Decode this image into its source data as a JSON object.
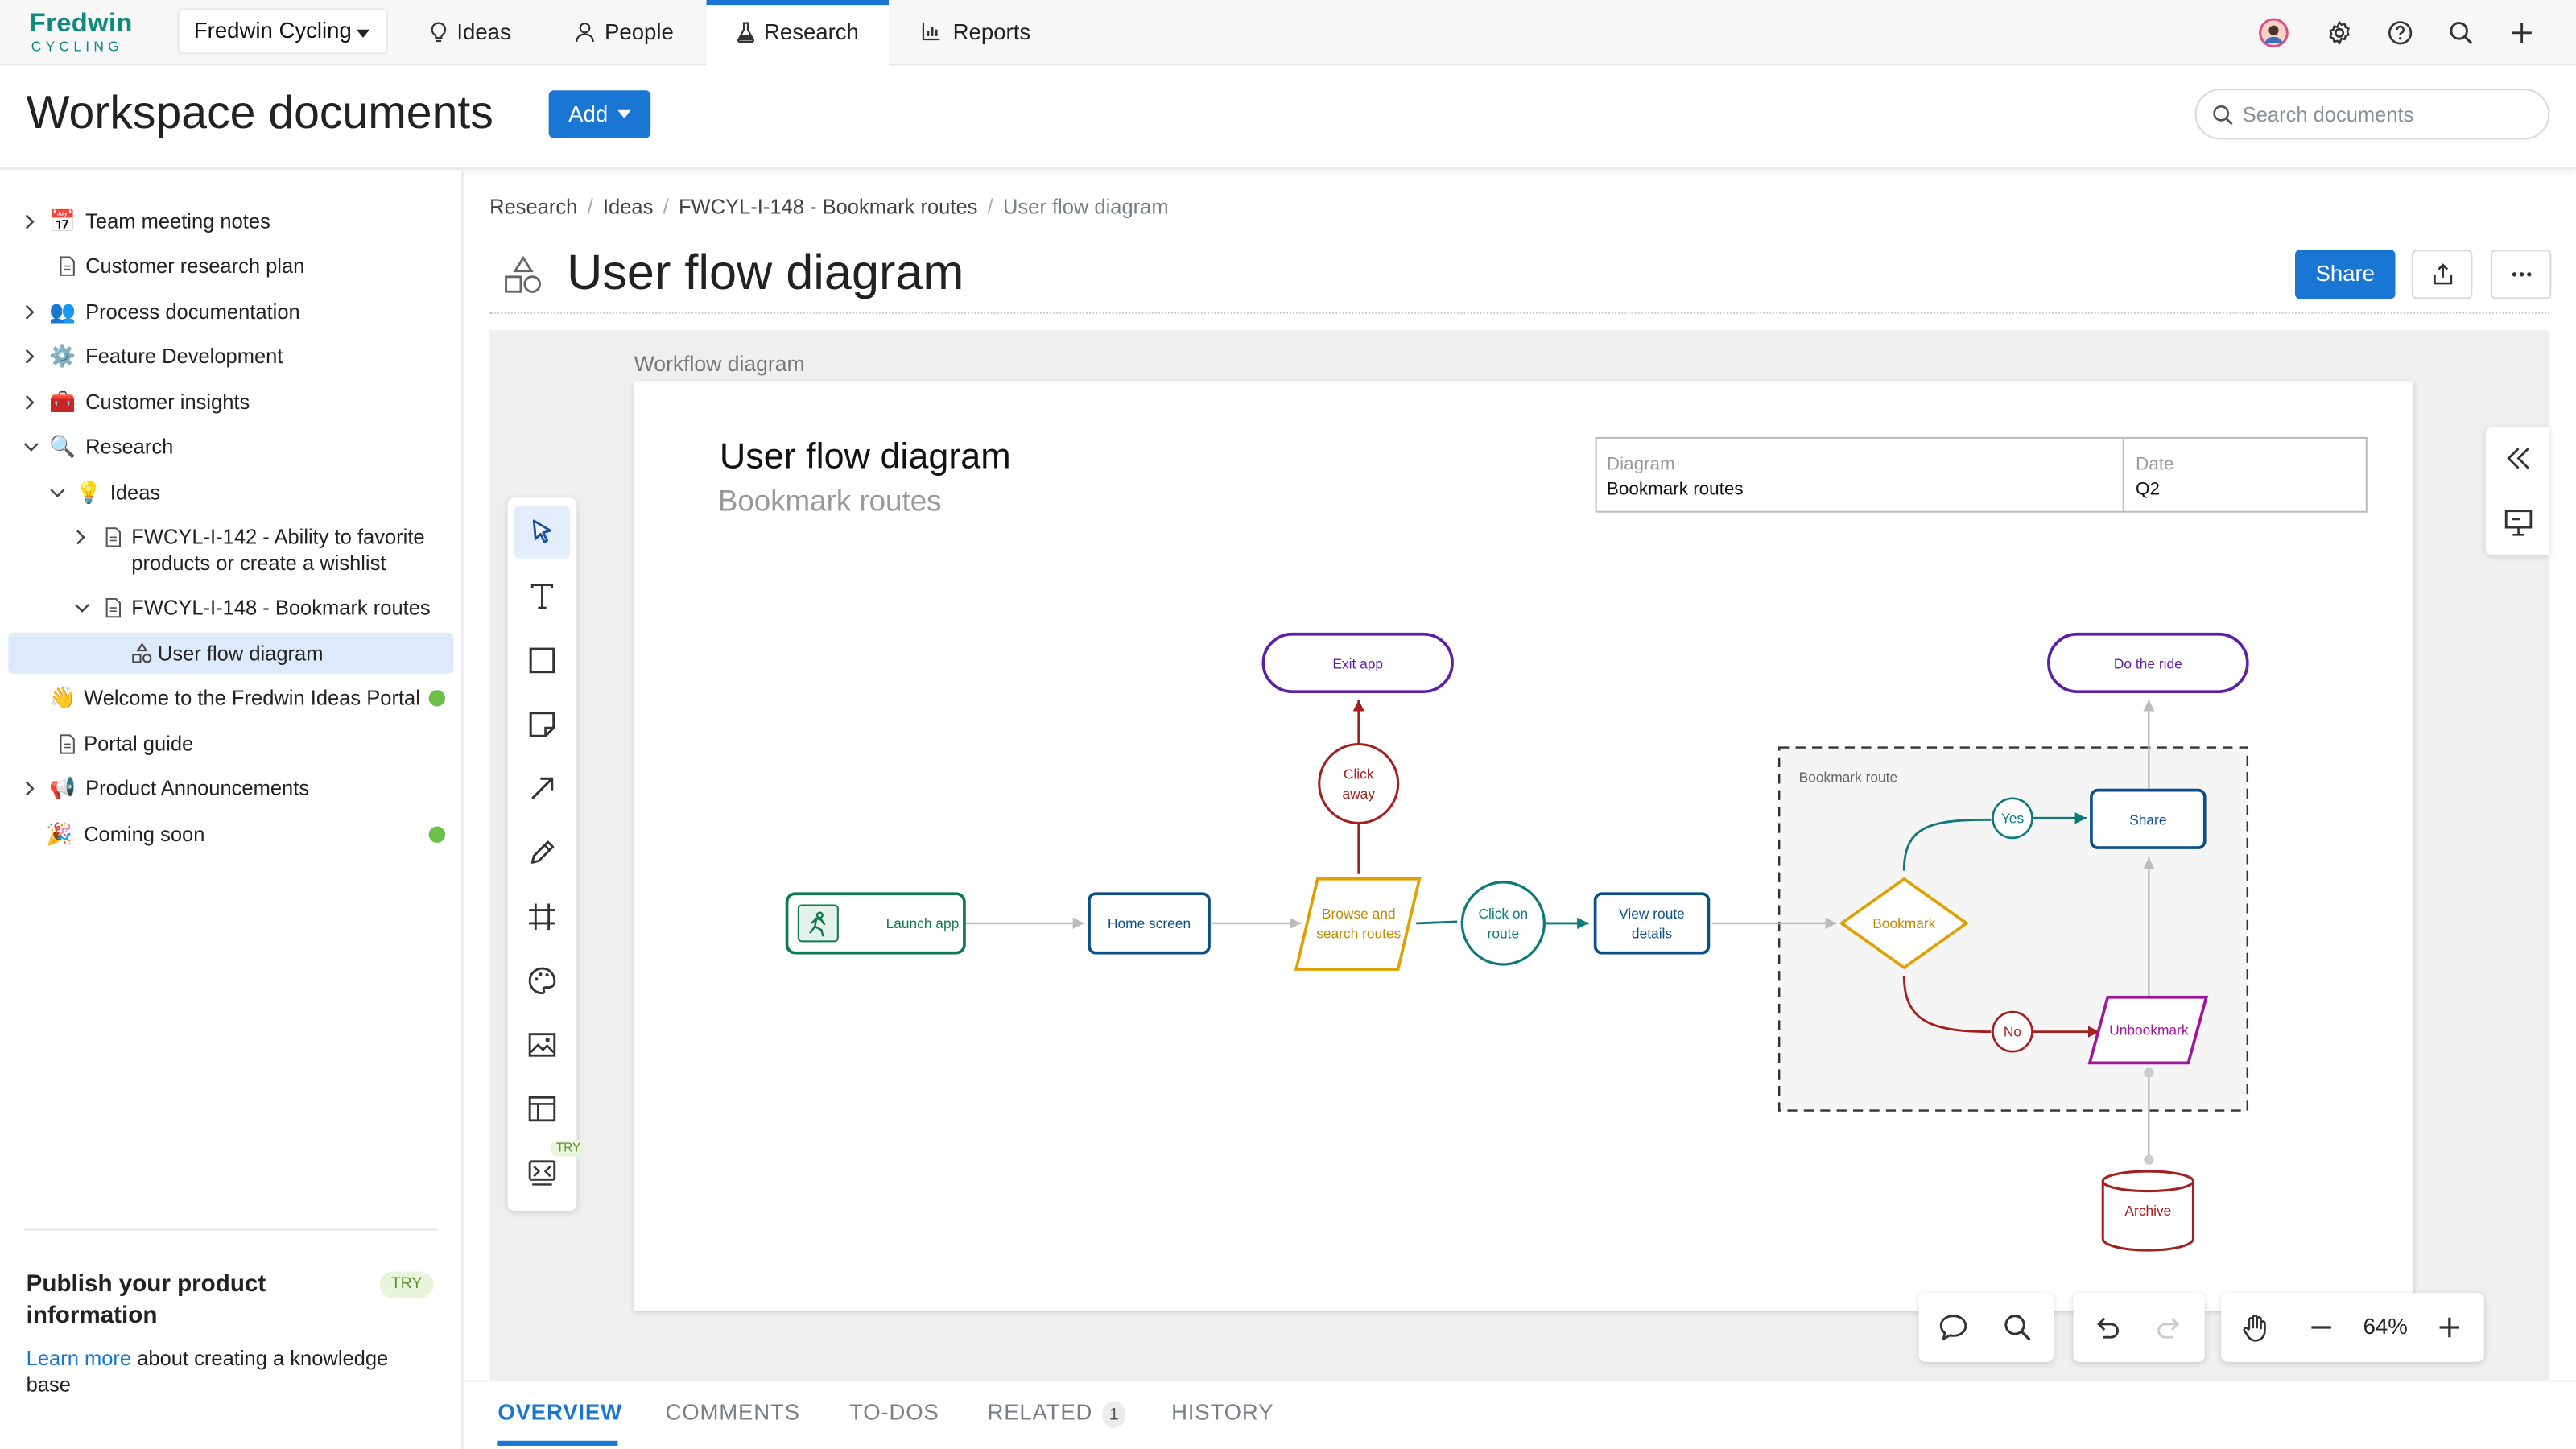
{
  "app": {
    "logo_line1": "Fredwin",
    "logo_line2": "CYCLING",
    "workspace": "Fredwin Cycling"
  },
  "nav": {
    "tabs": [
      {
        "label": "Ideas",
        "icon": "lightbulb-icon"
      },
      {
        "label": "People",
        "icon": "person-icon"
      },
      {
        "label": "Research",
        "icon": "flask-icon",
        "active": true
      },
      {
        "label": "Reports",
        "icon": "bar-chart-icon"
      }
    ]
  },
  "header": {
    "title": "Workspace documents",
    "add_label": "Add",
    "search_placeholder": "Search documents"
  },
  "sidebar": {
    "items": [
      {
        "label": "Team meeting notes",
        "icon": "📅"
      },
      {
        "label": "Customer research plan",
        "icon": "document-icon"
      },
      {
        "label": "Process documentation",
        "icon": "👥"
      },
      {
        "label": "Feature Development",
        "icon": "⚙️"
      },
      {
        "label": "Customer insights",
        "icon": "🧰"
      },
      {
        "label": "Research",
        "icon": "🔍"
      },
      {
        "label": "Ideas",
        "icon": "💡"
      },
      {
        "label": "FWCYL-I-142 - Ability to favorite products or create a wishlist",
        "line1": "FWCYL-I-142 - Ability to favorite",
        "line2": "products or create a wishlist",
        "icon": "document-icon"
      },
      {
        "label": "FWCYL-I-148 - Bookmark routes",
        "icon": "document-icon"
      },
      {
        "label": "User flow diagram",
        "icon": "shapes-icon",
        "selected": true
      },
      {
        "label": "Welcome to the Fredwin Ideas Portal",
        "icon": "👋"
      },
      {
        "label": "Portal guide",
        "icon": "document-icon"
      },
      {
        "label": "Product Announcements",
        "icon": "📢"
      },
      {
        "label": "Coming soon",
        "icon": "🎉"
      }
    ],
    "promo": {
      "title": "Publish your product information",
      "badge": "TRY",
      "link": "Learn more",
      "text": " about creating a knowledge base"
    }
  },
  "breadcrumbs": [
    "Research",
    "Ideas",
    "FWCYL-I-148 - Bookmark routes",
    "User flow diagram"
  ],
  "document": {
    "title": "User flow diagram",
    "share_label": "Share",
    "canvas_label": "Workflow diagram"
  },
  "diagram": {
    "title": "User flow diagram",
    "subtitle": "Bookmark routes",
    "meta": {
      "diagram_label": "Diagram",
      "diagram_value": "Bookmark routes",
      "date_label": "Date",
      "date_value": "Q2"
    },
    "group_label": "Bookmark route",
    "nodes": {
      "launch": "Launch app",
      "home": "Home screen",
      "browse": "Browse and search routes",
      "click_away": "Click away",
      "exit": "Exit app",
      "click_route": "Click on route",
      "view": "View route details",
      "bookmark": "Bookmark",
      "yes": "Yes",
      "no": "No",
      "share": "Share",
      "unbookmark": "Unbookmark",
      "ride": "Do the ride",
      "archive": "Archive"
    },
    "colors": {
      "green": "#0e7a4f",
      "blue": "#0b4f8a",
      "orange": "#e0a000",
      "red": "#a3201d",
      "teal": "#0e7a7a",
      "purple": "#5b1fa8",
      "magenta": "#a0169a"
    }
  },
  "toolbar_try": "TRY",
  "zoom": "64%",
  "tabs": [
    {
      "label": "OVERVIEW",
      "active": true
    },
    {
      "label": "COMMENTS"
    },
    {
      "label": "TO-DOS"
    },
    {
      "label": "RELATED",
      "count": "1"
    },
    {
      "label": "HISTORY"
    }
  ]
}
